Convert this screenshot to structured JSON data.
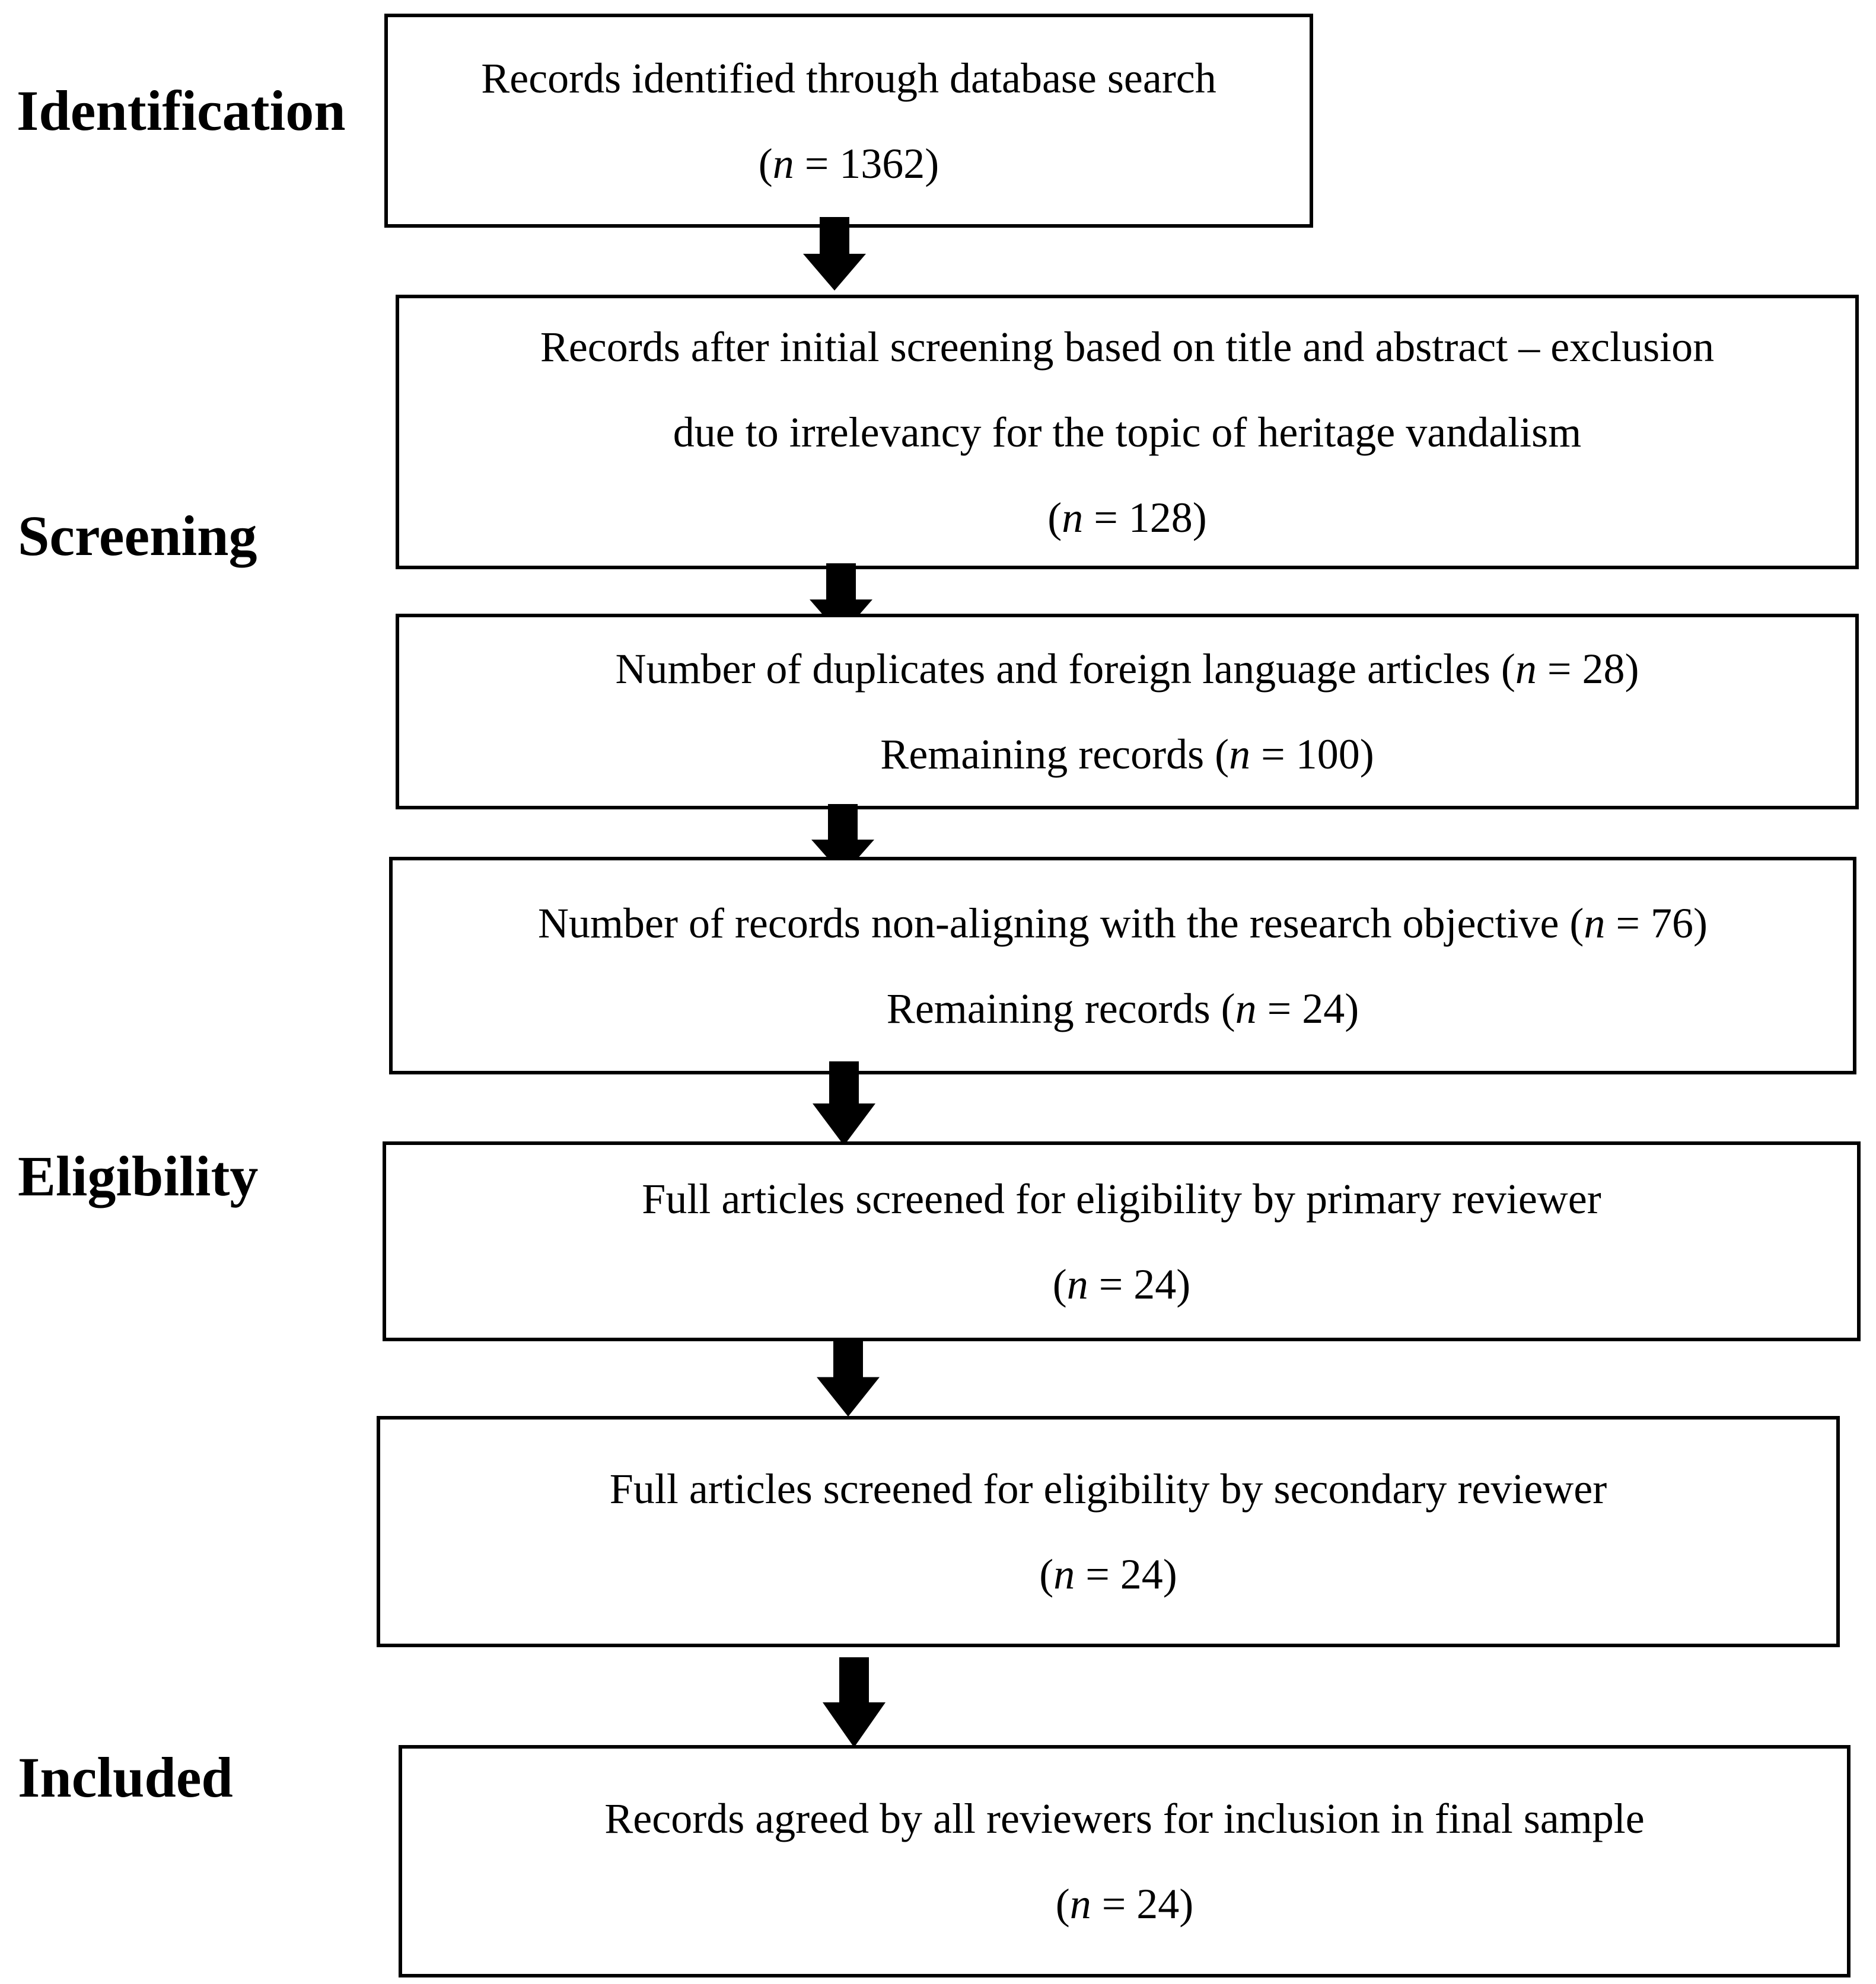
{
  "colors": {
    "ink": "#000000",
    "background": "#ffffff"
  },
  "stages": [
    {
      "label": "Identification"
    },
    {
      "label": "Screening"
    },
    {
      "label": "Eligibility"
    },
    {
      "label": "Included"
    }
  ],
  "boxes": [
    {
      "lines": [
        "Records identified through database search",
        "(n = 1362)"
      ]
    },
    {
      "lines": [
        "Records after initial screening based on title and abstract – exclusion",
        "due to irrelevancy for the topic of heritage vandalism",
        "(n = 128)"
      ]
    },
    {
      "lines": [
        "Number of duplicates and foreign language articles (n = 28)",
        "Remaining records (n = 100)"
      ]
    },
    {
      "lines": [
        "Number of records non-aligning with the research objective (n = 76)",
        "Remaining records (n = 24)"
      ]
    },
    {
      "lines": [
        "Full articles screened for eligibility by primary reviewer",
        "(n = 24)"
      ]
    },
    {
      "lines": [
        "Full articles screened for eligibility by secondary reviewer",
        "(n = 24)"
      ]
    },
    {
      "lines": [
        "Records agreed by all reviewers for inclusion in final sample",
        "(n = 24)"
      ]
    }
  ]
}
